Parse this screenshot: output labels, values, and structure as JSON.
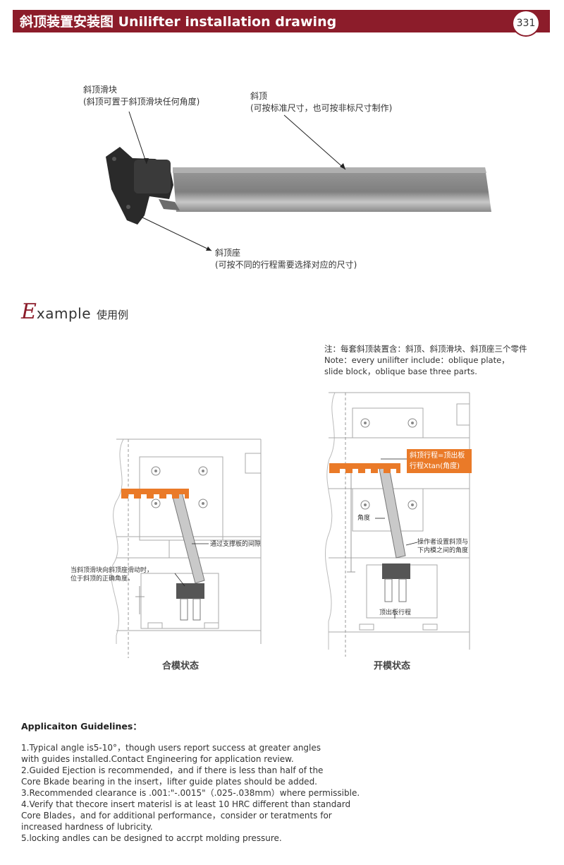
{
  "header": {
    "title": "斜顶装置安装图 Unilifter installation drawing",
    "page_number": "331"
  },
  "product_callouts": {
    "slide_block": {
      "title": "斜顶滑块",
      "desc": "(斜顶可置于斜顶滑块任何角度)"
    },
    "lifter": {
      "title": "斜顶",
      "desc": "(可按标准尺寸，也可按非标尺寸制作)"
    },
    "base": {
      "title": "斜顶座",
      "desc": "(可按不同的行程需要选择对应的尺寸)"
    }
  },
  "example": {
    "initial": "E",
    "rest": "xample",
    "cn": "使用例"
  },
  "note": {
    "cn": "注：每套斜顶装置含：斜顶、斜顶滑块、斜顶座三个零件",
    "en_line1": "Note：every unilifter include：oblique plate，",
    "en_line2": "slide block，oblique base three parts."
  },
  "left_diagram": {
    "label_clearance": "通过支撑板的间隙",
    "label_slide_line1": "当斜顶滑块向斜顶座滑动时，",
    "label_slide_line2": "位于斜顶的正确角度。",
    "caption": "合模状态"
  },
  "right_diagram": {
    "orange_line1": "斜顶行程=顶出板",
    "orange_line2": "行程Xtan(角度)",
    "label_angle": "角度",
    "label_operator_line1": "操作者设置斜顶与",
    "label_operator_line2": "下内模之间的角度",
    "label_stroke": "顶出板行程",
    "caption": "开模状态"
  },
  "guidelines": {
    "title": "Applicaiton Guidelines：",
    "lines": [
      "1.Typical angle is5-10°，though users report success at greater angles",
      "with guides installed.Contact Engineering for application review.",
      "2.Guided Ejection is recommended，and if there is less than half of the",
      "Core Bkade bearing in the insert，lifter guide plates should be added.",
      "3.Recommended clearance is .001:\"-.0015\"（.025-.038mm）where permissible.",
      "4.Verify that thecore insert materisl is at least 10 HRC different  than standard",
      "Core Blades，and for additional performance，consider or teratments for",
      "increased hardness of lubricity.",
      "5.locking andles can be designed to accrpt molding pressure."
    ]
  },
  "colors": {
    "brand": "#8c1c2a",
    "accent": "#ea7a28"
  }
}
